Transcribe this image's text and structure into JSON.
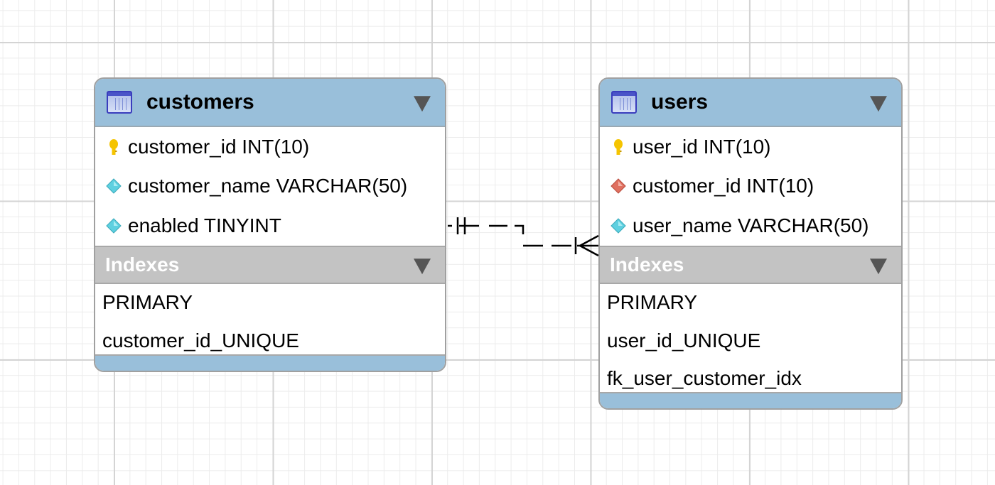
{
  "entities": {
    "customers": {
      "title": "customers",
      "columns": [
        {
          "label": "customer_id INT(10)",
          "key_type": "primary-key-icon"
        },
        {
          "label": "customer_name VARCHAR(50)",
          "key_type": "column-icon"
        },
        {
          "label": "enabled TINYINT",
          "key_type": "column-icon"
        }
      ],
      "indexes_label": "Indexes",
      "indexes": [
        "PRIMARY",
        "customer_id_UNIQUE"
      ]
    },
    "users": {
      "title": "users",
      "columns": [
        {
          "label": "user_id INT(10)",
          "key_type": "primary-key-icon"
        },
        {
          "label": "customer_id INT(10)",
          "key_type": "foreign-key-icon"
        },
        {
          "label": "user_name VARCHAR(50)",
          "key_type": "column-icon"
        }
      ],
      "indexes_label": "Indexes",
      "indexes": [
        "PRIMARY",
        "user_id_UNIQUE",
        "fk_user_customer_idx"
      ]
    }
  },
  "relationship": {
    "from": "customers",
    "to": "users",
    "cardinality": "one-to-many",
    "style": "dashed"
  },
  "colors": {
    "header": "#99bfda",
    "indexes_header": "#c3c3c3",
    "primary_key": "#f5c400",
    "foreign_key": "#e07060",
    "column": "#5ed0e0",
    "grid_major": "#d4d4d4",
    "grid_minor": "#ececec"
  }
}
